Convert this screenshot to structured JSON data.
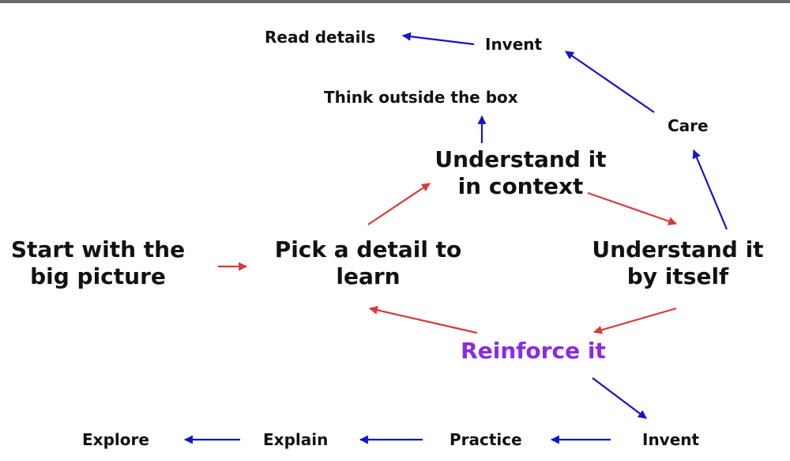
{
  "colors": {
    "text": "#111111",
    "core_arrow": "#d63a3a",
    "branch_arrow": "#1414c8",
    "highlight": "#8a2be2",
    "background": "#ffffff"
  },
  "core": {
    "start": {
      "line1": "Start with the",
      "line2": "big picture"
    },
    "pick": {
      "line1": "Pick a detail to",
      "line2": "learn"
    },
    "context": {
      "line1": "Understand it",
      "line2": "in context"
    },
    "itself": {
      "line1": "Understand it",
      "line2": "by itself"
    },
    "reinforce": {
      "label": "Reinforce it"
    }
  },
  "top_branch": {
    "think": "Think outside the box",
    "care": "Care",
    "invent": "Invent",
    "read": "Read details"
  },
  "bottom_branch": {
    "invent": "Invent",
    "practice": "Practice",
    "explain": "Explain",
    "explore": "Explore"
  }
}
